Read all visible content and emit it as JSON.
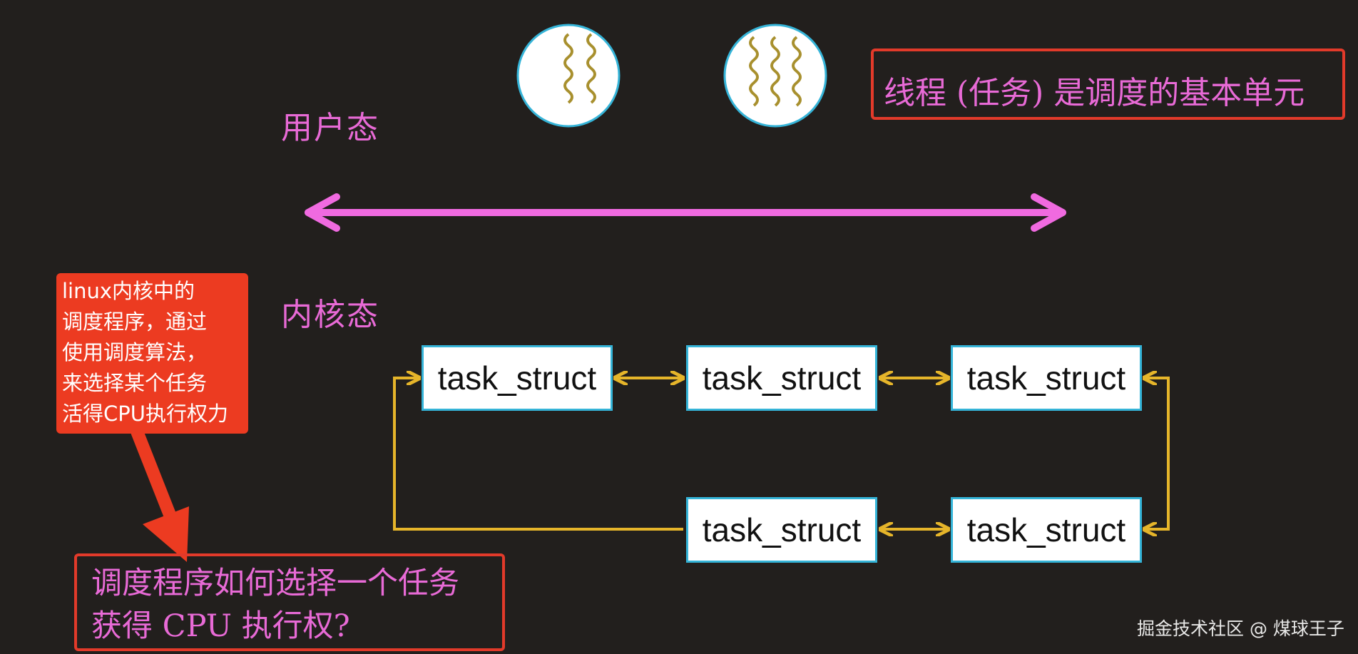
{
  "diagram": {
    "user_mode_label": "用户态",
    "kernel_mode_label": "内核态",
    "title_box": "线程 (任务) 是调度的基本单元",
    "note_lines": [
      "linux内核中的",
      "调度程序，通过",
      "使用调度算法，",
      "来选择某个任务",
      "活得CPU执行权力"
    ],
    "question_lines": [
      "调度程序如何选择一个任务",
      "获得 CPU 执行权?"
    ],
    "task_structs": [
      "task_struct",
      "task_struct",
      "task_struct",
      "task_struct",
      "task_struct"
    ],
    "watermark": "掘金技术社区 @ 煤球王子"
  },
  "colors": {
    "background": "#221f1d",
    "pink": "#e86ad6",
    "red": "#e23a2a",
    "gold_arrow": "#e6b52a",
    "thread_wave": "#a8902e",
    "circle_border": "#35b4d8"
  }
}
